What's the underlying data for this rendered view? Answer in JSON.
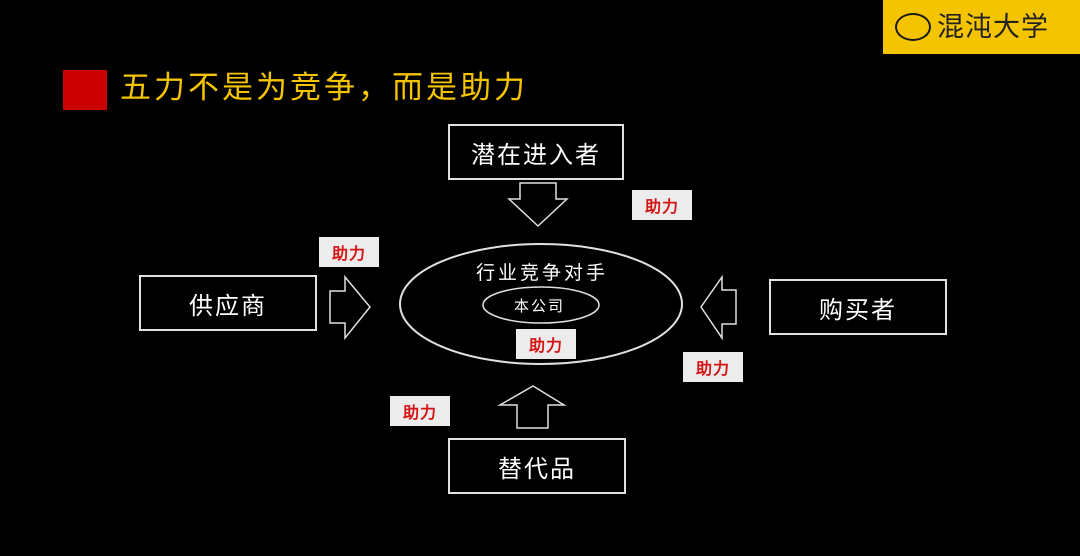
{
  "logo": {
    "text": "混沌大学"
  },
  "title": "五力不是为竞争，而是助力",
  "boxes": {
    "top": "潜在进入者",
    "left": "供应商",
    "right": "购买者",
    "bottom": "替代品"
  },
  "center": {
    "outer_label": "行业竞争对手",
    "inner_label": "本公司"
  },
  "badge_label": "助力",
  "colors": {
    "background": "#000000",
    "accent_yellow": "#f5c400",
    "title_square": "#cc0000",
    "badge_text": "#d41414",
    "line": "#e0e0e0"
  }
}
